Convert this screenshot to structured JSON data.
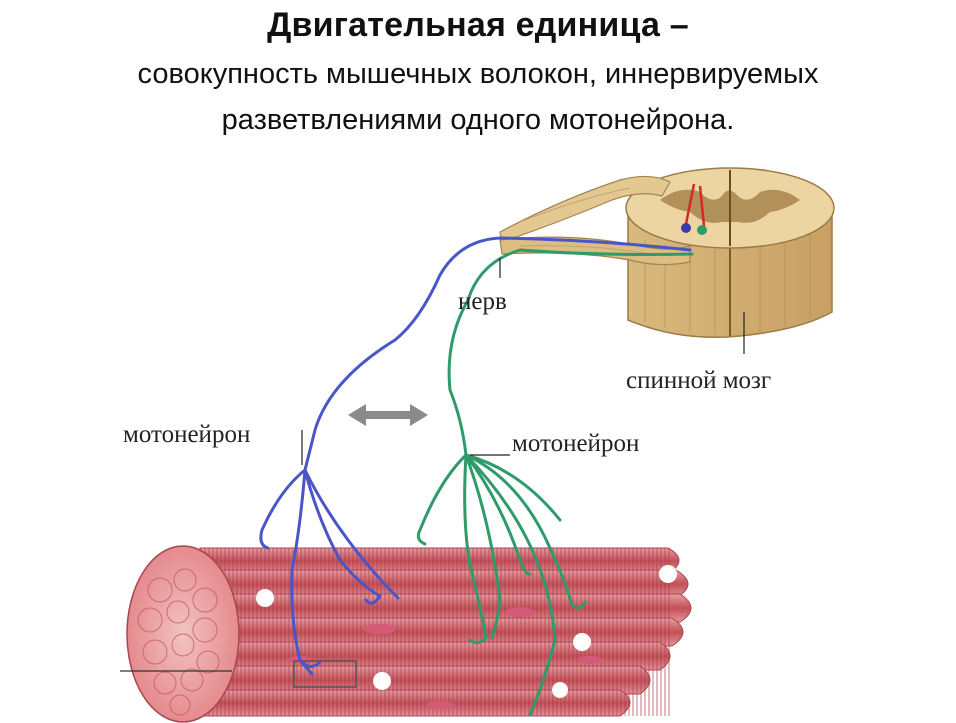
{
  "title": {
    "line1": "Двигательная единица –",
    "line2": "совокупность мышечных волокон, иннервируемых",
    "line3": "разветвлениями одного мотонейрона."
  },
  "labels": {
    "nerve": "нерв",
    "spinal_cord": "спинной мозг",
    "motoneuron_left": "мотонейрон",
    "motoneuron_right": "мотонейрон"
  },
  "colors": {
    "motoneuron_blue": "#4a55c8",
    "motoneuron_green": "#2f9a6a",
    "muscle_red": "#c9505a",
    "spinal_tan": "#dcc08a",
    "arrow_gray": "#8a8a8a"
  }
}
